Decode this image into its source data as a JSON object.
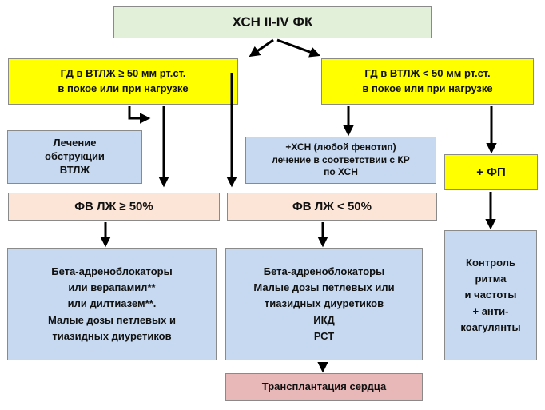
{
  "colors": {
    "title_bg": "#e2efd9",
    "gd_bg": "#ffff00",
    "blue_bg": "#c6d9f0",
    "lvef_bg": "#fce4d6",
    "transplant_bg": "#e8b7b7",
    "arrow": "#000000"
  },
  "nodes": {
    "hf_title": {
      "lines": [
        "ХСН II-IV ФК"
      ]
    },
    "gd_left": {
      "lines": [
        "ГД в ВТЛЖ  ≥ 50 мм рт.ст.",
        "в покое или при нагрузке"
      ]
    },
    "gd_right": {
      "lines": [
        "ГД в ВТЛЖ  < 50 мм рт.ст.",
        "в покое или при нагрузке"
      ]
    },
    "obstruct": {
      "lines": [
        "Лечение",
        "обструкции",
        "ВТЛЖ"
      ]
    },
    "hf_any": {
      "lines": [
        "+ХСН (любой фенотип)",
        "лечение в соответствии с КР",
        "по ХСН"
      ]
    },
    "af": {
      "lines": [
        "+ ФП"
      ]
    },
    "lvef_left": {
      "lines": [
        "ФВ ЛЖ ≥ 50%"
      ]
    },
    "lvef_right": {
      "lines": [
        "ФВ ЛЖ < 50%"
      ]
    },
    "tx_left": {
      "lines": [
        "Бета-адреноблокаторы",
        "или   верапамил**",
        "или дилтиазем**.",
        "Малые  дозы петлевых и",
        "тиазидных диуретиков"
      ]
    },
    "tx_mid": {
      "lines": [
        "Бета-адреноблокаторы",
        "Малые дозы петлевых или",
        "тиазидных диуретиков",
        "ИКД",
        "РСТ"
      ]
    },
    "tx_right": {
      "lines": [
        "Контроль",
        "ритма",
        "и частоты",
        "+  анти-",
        "коагулянты"
      ]
    },
    "transplant": {
      "lines": [
        "Трансплантация   сердца"
      ]
    }
  }
}
